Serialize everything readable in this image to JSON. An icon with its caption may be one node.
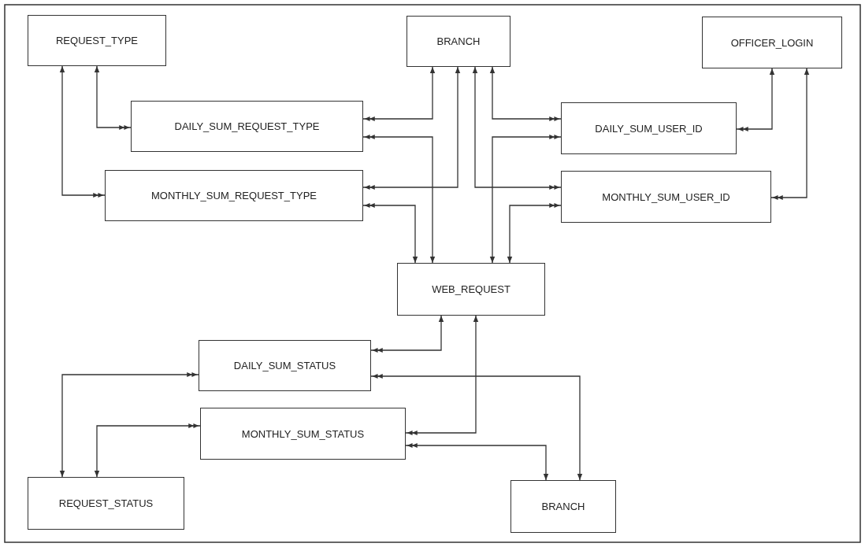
{
  "diagram": {
    "nodes": [
      {
        "text": [
          "REQUEST_TYPE"
        ]
      },
      {
        "text": [
          "BRANCH"
        ]
      },
      {
        "text": [
          "OFFICER_LOGIN"
        ]
      },
      {
        "text": [
          "DAILY_SUM_REQUEST_TYPE"
        ]
      },
      {
        "text": [
          "DAILY_SUM_USER_ID"
        ]
      },
      {
        "text": [
          "MONTHLY_SUM_REQUEST_TYPE"
        ]
      },
      {
        "text": [
          "MONTHLY_SUM_USER_ID"
        ]
      },
      {
        "text": [
          "WEB_REQUEST"
        ]
      },
      {
        "text": [
          "DAILY_SUM_STATUS"
        ]
      },
      {
        "text": [
          "MONTHLY_SUM_STATUS"
        ]
      },
      {
        "text": [
          "REQUEST_STATUS"
        ]
      },
      {
        "text": [
          "BRANCH"
        ]
      }
    ],
    "edges": [
      {
        "from": 0,
        "to": 3,
        "arrow": "both"
      },
      {
        "from": 0,
        "to": 5,
        "arrow": "both"
      },
      {
        "from": 1,
        "to": 3,
        "arrow": "both"
      },
      {
        "from": 1,
        "to": 5,
        "arrow": "both"
      },
      {
        "from": 1,
        "to": 4,
        "arrow": "both"
      },
      {
        "from": 1,
        "to": 6,
        "arrow": "both"
      },
      {
        "from": 2,
        "to": 4,
        "arrow": "both"
      },
      {
        "from": 2,
        "to": 6,
        "arrow": "both"
      },
      {
        "from": 7,
        "to": 3,
        "arrow": "both"
      },
      {
        "from": 7,
        "to": 5,
        "arrow": "both"
      },
      {
        "from": 7,
        "to": 4,
        "arrow": "both"
      },
      {
        "from": 7,
        "to": 6,
        "arrow": "both"
      },
      {
        "from": 7,
        "to": 8,
        "arrow": "both"
      },
      {
        "from": 7,
        "to": 9,
        "arrow": "both"
      },
      {
        "from": 11,
        "to": 8,
        "arrow": "both"
      },
      {
        "from": 11,
        "to": 9,
        "arrow": "both"
      },
      {
        "from": 10,
        "to": 8,
        "arrow": "both"
      },
      {
        "from": 10,
        "to": 9,
        "arrow": "both"
      }
    ]
  }
}
